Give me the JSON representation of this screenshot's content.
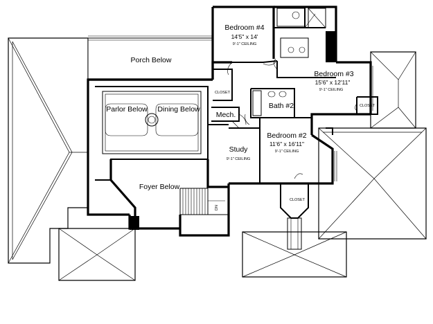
{
  "rooms": {
    "bedroom4": {
      "name": "Bedroom #4",
      "size": "14'5\" x 14'",
      "ceiling": "9'-1\" CEILING"
    },
    "bedroom3": {
      "name": "Bedroom #3",
      "size": "15'6\" x 12'11\"",
      "ceiling": "9'-1\" CEILING"
    },
    "bedroom2": {
      "name": "Bedroom #2",
      "size": "11'6\" x 16'11\"",
      "ceiling": "9'-1\" CEILING"
    },
    "study": {
      "name": "Study",
      "ceiling": "9'-1\" CEILING"
    },
    "bath2": {
      "name": "Bath #2"
    },
    "mech": {
      "name": "Mech."
    },
    "porch": {
      "name": "Porch Below"
    },
    "parlor": {
      "name": "Parlor Below"
    },
    "dining": {
      "name": "Dining Below"
    },
    "foyer": {
      "name": "Foyer Below"
    }
  },
  "closets": {
    "closet_left": "CLOSET",
    "closet_right": "CLOSET",
    "closet_bottom": "CLOSET"
  },
  "stair_label": "DN"
}
